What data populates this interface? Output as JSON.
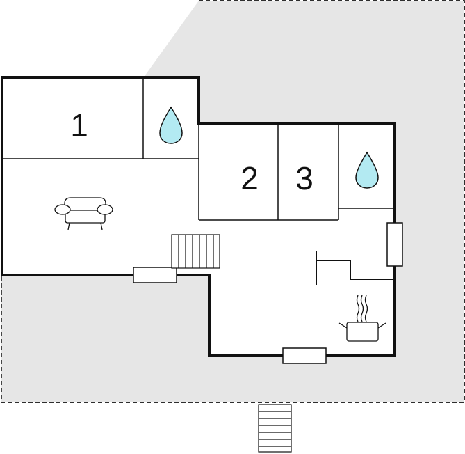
{
  "floorplan": {
    "rooms": [
      {
        "id": "bedroom-1",
        "label": "1"
      },
      {
        "id": "bedroom-2",
        "label": "2"
      },
      {
        "id": "bedroom-3",
        "label": "3"
      }
    ],
    "icons": [
      {
        "name": "bathroom-1",
        "icon": "water-drop-icon"
      },
      {
        "name": "bathroom-2",
        "icon": "water-drop-icon"
      },
      {
        "name": "living-room",
        "icon": "sofa-icon"
      },
      {
        "name": "kitchen",
        "icon": "cooking-pot-icon"
      },
      {
        "name": "interior-stairs",
        "icon": "stairs-icon"
      },
      {
        "name": "exterior-stairs",
        "icon": "stairs-icon"
      }
    ],
    "colors": {
      "terrace_fill": "#e6e6e6",
      "walls": "#111111",
      "water": "#b3eaf2"
    }
  }
}
